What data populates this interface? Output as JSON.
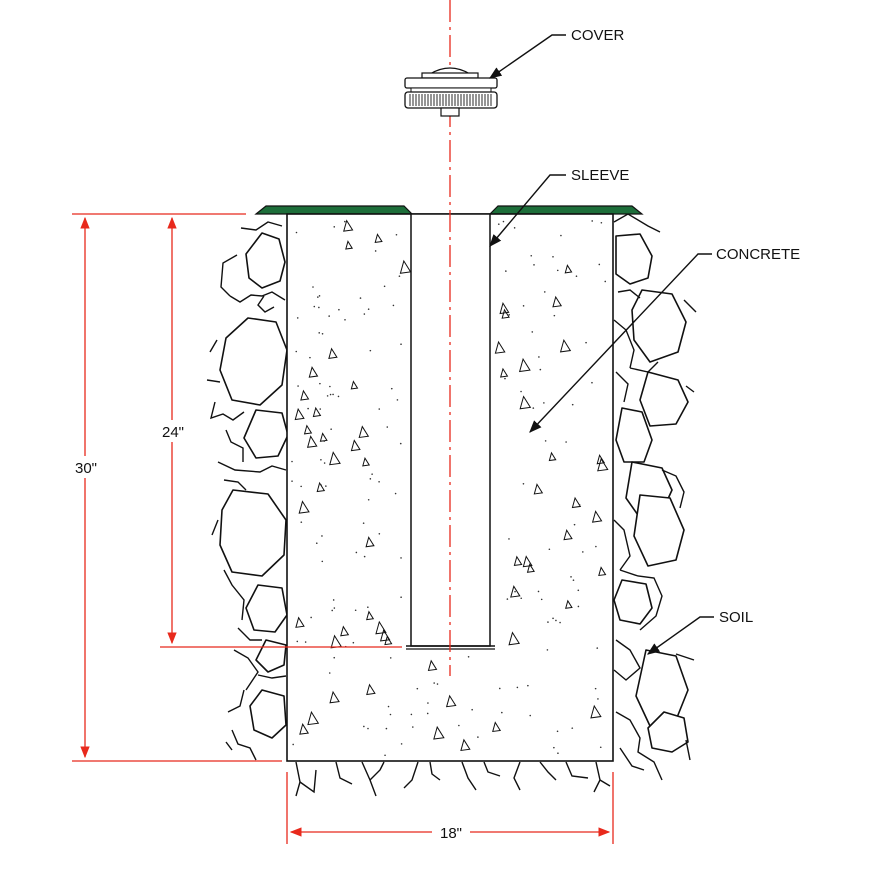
{
  "labels": {
    "cover": "COVER",
    "sleeve": "SLEEVE",
    "concrete": "CONCRETE",
    "soil": "SOIL"
  },
  "dimensions": {
    "total_depth": "30\"",
    "sleeve_depth": "24\"",
    "width": "18\""
  },
  "colors": {
    "dimension_lines": "#e8291c",
    "grass": "#1d6e3a",
    "ink": "#111111"
  }
}
